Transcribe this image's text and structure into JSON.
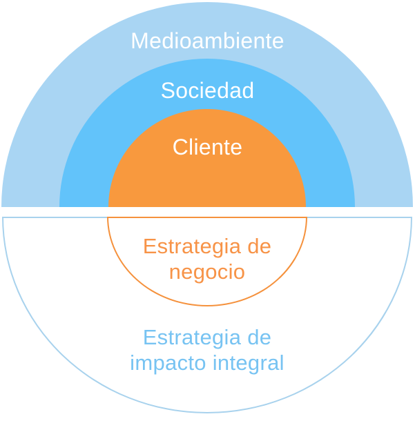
{
  "diagram": {
    "background": "#FFFFFF",
    "top_semicircles": [
      {
        "id": "medioambiente",
        "label": "Medioambiente",
        "fill": "#A9D5F3",
        "text_color": "#FFFFFF"
      },
      {
        "id": "sociedad",
        "label": "Sociedad",
        "fill": "#62C3FA",
        "text_color": "#FFFFFF"
      },
      {
        "id": "cliente",
        "label": "Cliente",
        "fill": "#F8993E",
        "text_color": "#FFFFFF"
      }
    ],
    "bottom_semicircles": [
      {
        "id": "negocio",
        "label": "Estrategia de\nnegocio",
        "stroke": "#F5913C",
        "text_color": "#F79347"
      },
      {
        "id": "impacto",
        "label": "Estrategia de\nimpacto integral",
        "stroke": "#A8D2ED",
        "text_color": "#77C3F2"
      }
    ]
  }
}
